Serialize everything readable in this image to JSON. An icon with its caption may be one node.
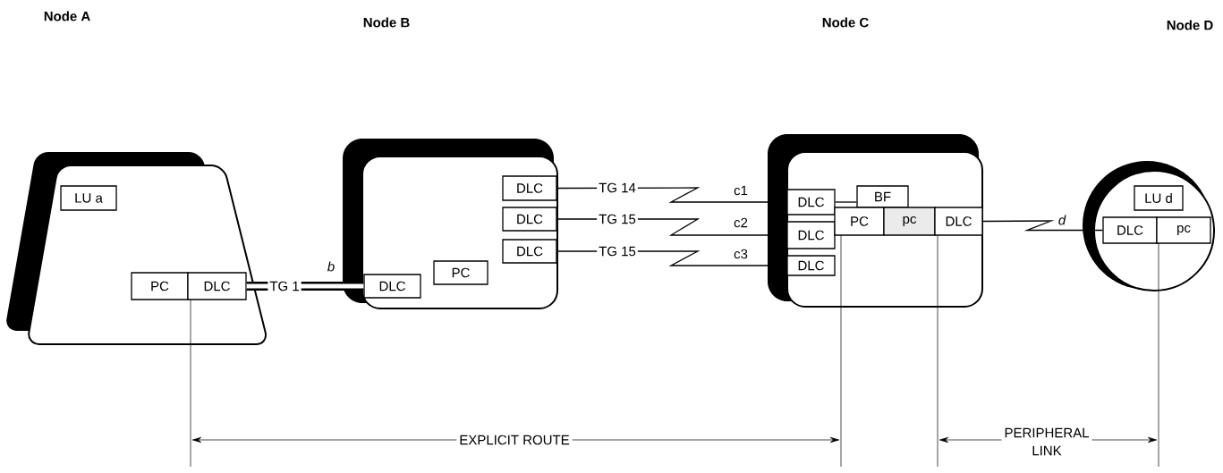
{
  "diagram": {
    "nodes": [
      {
        "text": [],
        "shape": "trapezoid"
      },
      {
        "text": [
          "LU a"
        ],
        "in": 0
      },
      {
        "text": [
          "PC"
        ],
        "in": 0
      },
      {
        "text": [
          "DLC"
        ],
        "in": 0
      },
      {
        "text": [],
        "shape": "box"
      },
      {
        "text": [
          "DLC"
        ],
        "in": 4
      },
      {
        "text": [
          "PC"
        ],
        "in": 4
      },
      {
        "text": [
          "DLC"
        ],
        "in": 4
      },
      {
        "text": [
          "DLC"
        ],
        "in": 4
      },
      {
        "text": [
          "DLC"
        ],
        "in": 4
      },
      {
        "text": [],
        "shape": "box"
      },
      {
        "text": [
          "DLC"
        ],
        "in": 10
      },
      {
        "text": [
          "DLC"
        ],
        "in": 10
      },
      {
        "text": [
          "DLC"
        ],
        "in": 10
      },
      {
        "text": [
          "BF"
        ],
        "in": 10
      },
      {
        "text": [
          "PC"
        ],
        "in": 10
      },
      {
        "text": [
          "pc"
        ],
        "in": 10
      },
      {
        "text": [
          "DLC"
        ],
        "in": 10
      },
      {
        "text": [],
        "shape": "circle"
      },
      {
        "text": [
          "LU d"
        ],
        "in": 18
      },
      {
        "text": [
          "DLC"
        ],
        "in": 18
      },
      {
        "text": [
          "pc"
        ],
        "in": 18
      }
    ],
    "edges": [
      {
        "from": 3,
        "to": 5,
        "arrow": "none",
        "label": "TG 1",
        "style": "thick"
      },
      {
        "from": 7,
        "to": 11,
        "arrow": "none",
        "label": "TG 14"
      },
      {
        "from": 8,
        "to": 12,
        "arrow": "none",
        "label": "TG 15"
      },
      {
        "from": 9,
        "to": 13,
        "arrow": "none",
        "label": "TG 15"
      },
      {
        "from": 11,
        "to": 14,
        "arrow": "none"
      },
      {
        "from": 17,
        "to": 20,
        "arrow": "none"
      }
    ],
    "labels": [
      "Node A",
      "Node B",
      "Node C",
      "Node D",
      "b",
      "c1",
      "c2",
      "c3",
      "d",
      "EXPLICIT ROUTE",
      "PERIPHERAL LINK"
    ]
  }
}
